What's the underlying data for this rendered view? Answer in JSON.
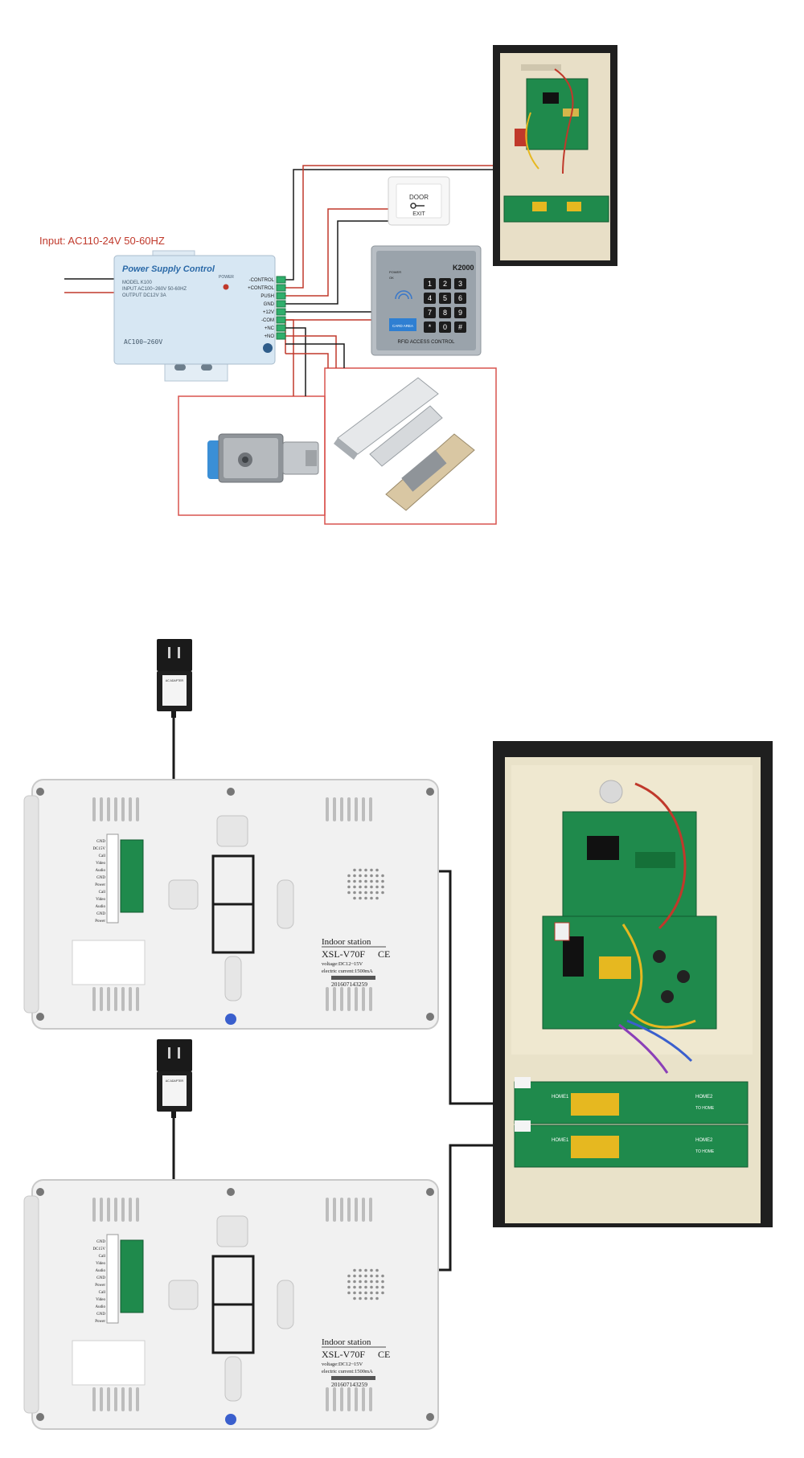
{
  "input_label": "Input: AC110-24V 50-60HZ",
  "psu": {
    "title": "Power Supply Control",
    "model": "MODEL K100",
    "input": "INPUT AC100~260V 50-60HZ",
    "output": "OUTPUT DC12V 3A",
    "power_led": "POWER",
    "bottom": "AC100~260V",
    "terminals": [
      "-CONTROL",
      "+CONTROL",
      "PUSH",
      "GND",
      "+12V",
      "-COM",
      "+NC",
      "+NO"
    ]
  },
  "exit_button": {
    "top": "DOOR",
    "bottom": "EXIT"
  },
  "keypad": {
    "model": "K2000",
    "indicators": [
      "POWER",
      "OK"
    ],
    "keys": [
      "1",
      "2",
      "3",
      "4",
      "5",
      "6",
      "7",
      "8",
      "9",
      "*",
      "0",
      "#"
    ],
    "caption": "RFID ACCESS CONTROL",
    "card_text": "CARD AREA"
  },
  "indoor_station": {
    "title": "Indoor station",
    "model": "XSL-V70F",
    "ce_mark": "CE",
    "voltage": "voltage:DC12~15V",
    "current": "electric current:1500mA",
    "serial": "201607143259",
    "terminal_labels": [
      "GND",
      "DC15V",
      "Call",
      "Video",
      "Audio",
      "GND",
      "Power",
      "Call",
      "Video",
      "Audio",
      "GND",
      "Power"
    ]
  },
  "adapter": {
    "label": "AC ADAPTER"
  },
  "outdoor_board": {
    "home1": "HOME1",
    "home2": "HOME2",
    "to_home": "TO HOME"
  },
  "colors": {
    "wire_red": "#c0392b",
    "wire_black": "#1a1a1a",
    "box_red": "#d9534f",
    "psu_blue": "#d7e7f3",
    "pcb_green": "#1f8a4c"
  }
}
